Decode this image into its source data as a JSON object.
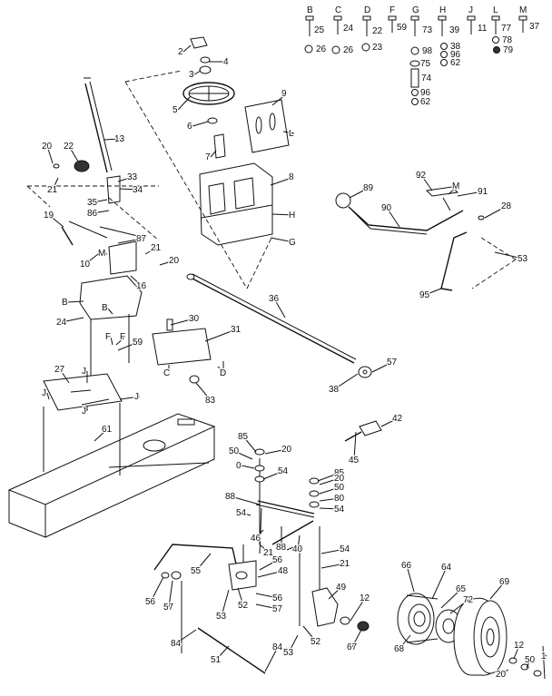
{
  "legend": [
    {
      "letter": "B",
      "nums": [
        "25",
        "26"
      ]
    },
    {
      "letter": "C",
      "nums": [
        "24",
        "26"
      ]
    },
    {
      "letter": "D",
      "nums": [
        "22",
        "23"
      ]
    },
    {
      "letter": "F",
      "nums": [
        "59"
      ]
    },
    {
      "letter": "G",
      "nums": [
        "73",
        "98",
        "75",
        "74",
        "96",
        "62"
      ]
    },
    {
      "letter": "H",
      "nums": [
        "39",
        "38",
        "96",
        "62"
      ]
    },
    {
      "letter": "J",
      "nums": [
        "11"
      ]
    },
    {
      "letter": "L",
      "nums": [
        "77",
        "78",
        "79"
      ]
    },
    {
      "letter": "M",
      "nums": [
        "37"
      ]
    }
  ],
  "callouts": [
    {
      "id": "c2",
      "text": "2"
    },
    {
      "id": "c4",
      "text": "4"
    },
    {
      "id": "c3",
      "text": "3"
    },
    {
      "id": "c5",
      "text": "5"
    },
    {
      "id": "c9",
      "text": "9"
    },
    {
      "id": "c6",
      "text": "6"
    },
    {
      "id": "cL",
      "text": "L"
    },
    {
      "id": "c7",
      "text": "7"
    },
    {
      "id": "c13",
      "text": "13"
    },
    {
      "id": "c20a",
      "text": "20"
    },
    {
      "id": "c22",
      "text": "22"
    },
    {
      "id": "c21a",
      "text": "21"
    },
    {
      "id": "c33",
      "text": "33"
    },
    {
      "id": "c34",
      "text": "34"
    },
    {
      "id": "c35",
      "text": "35"
    },
    {
      "id": "c86",
      "text": "86"
    },
    {
      "id": "c8",
      "text": "8"
    },
    {
      "id": "cH",
      "text": "H"
    },
    {
      "id": "cG",
      "text": "G"
    },
    {
      "id": "c89",
      "text": "89"
    },
    {
      "id": "c92",
      "text": "92"
    },
    {
      "id": "cM1",
      "text": "M"
    },
    {
      "id": "c91",
      "text": "91"
    },
    {
      "id": "c90",
      "text": "90"
    },
    {
      "id": "c28",
      "text": "28"
    },
    {
      "id": "c19",
      "text": "19"
    },
    {
      "id": "c87",
      "text": "87"
    },
    {
      "id": "c21b",
      "text": "21"
    },
    {
      "id": "cM2",
      "text": "M"
    },
    {
      "id": "c10",
      "text": "10"
    },
    {
      "id": "c20b",
      "text": "20"
    },
    {
      "id": "c16",
      "text": "16"
    },
    {
      "id": "c53a",
      "text": "53"
    },
    {
      "id": "c36",
      "text": "36"
    },
    {
      "id": "c95",
      "text": "95"
    },
    {
      "id": "cB1",
      "text": "B"
    },
    {
      "id": "cB2",
      "text": "B"
    },
    {
      "id": "c24",
      "text": "24"
    },
    {
      "id": "c30",
      "text": "30"
    },
    {
      "id": "c31",
      "text": "31"
    },
    {
      "id": "cF1",
      "text": "F"
    },
    {
      "id": "cF2",
      "text": "F"
    },
    {
      "id": "c59",
      "text": "59"
    },
    {
      "id": "c27",
      "text": "27"
    },
    {
      "id": "cJ1",
      "text": "J"
    },
    {
      "id": "cJ2",
      "text": "J"
    },
    {
      "id": "cC",
      "text": "C"
    },
    {
      "id": "cD",
      "text": "D"
    },
    {
      "id": "c83",
      "text": "83"
    },
    {
      "id": "c57a",
      "text": "57"
    },
    {
      "id": "c38",
      "text": "38"
    },
    {
      "id": "cJ3",
      "text": "J"
    },
    {
      "id": "cJ4",
      "text": "J"
    },
    {
      "id": "c42",
      "text": "42"
    },
    {
      "id": "c61",
      "text": "61"
    },
    {
      "id": "c85",
      "text": "85"
    },
    {
      "id": "c20c",
      "text": "20"
    },
    {
      "id": "c50a",
      "text": "50"
    },
    {
      "id": "c0",
      "text": "0"
    },
    {
      "id": "c54a",
      "text": "54"
    },
    {
      "id": "c45",
      "text": "45"
    },
    {
      "id": "c85b",
      "text": "85"
    },
    {
      "id": "c20d",
      "text": "20"
    },
    {
      "id": "c50b",
      "text": "50"
    },
    {
      "id": "c88a",
      "text": "88"
    },
    {
      "id": "c80",
      "text": "80"
    },
    {
      "id": "c54b",
      "text": "54"
    },
    {
      "id": "c54c",
      "text": "54"
    },
    {
      "id": "c46",
      "text": "46"
    },
    {
      "id": "c88b",
      "text": "88"
    },
    {
      "id": "c40",
      "text": "40"
    },
    {
      "id": "c21c",
      "text": "21"
    },
    {
      "id": "c54d",
      "text": "54"
    },
    {
      "id": "c55",
      "text": "55"
    },
    {
      "id": "c56a",
      "text": "56"
    },
    {
      "id": "c48",
      "text": "48"
    },
    {
      "id": "c21d",
      "text": "21"
    },
    {
      "id": "c66",
      "text": "66"
    },
    {
      "id": "c64",
      "text": "64"
    },
    {
      "id": "c65",
      "text": "65"
    },
    {
      "id": "c49",
      "text": "49"
    },
    {
      "id": "c12a",
      "text": "12"
    },
    {
      "id": "c72",
      "text": "72"
    },
    {
      "id": "c69",
      "text": "69"
    },
    {
      "id": "c56b",
      "text": "56"
    },
    {
      "id": "c57b",
      "text": "57"
    },
    {
      "id": "c52a",
      "text": "52"
    },
    {
      "id": "c56c",
      "text": "56"
    },
    {
      "id": "c57c",
      "text": "57"
    },
    {
      "id": "c53b",
      "text": "53"
    },
    {
      "id": "c68",
      "text": "68"
    },
    {
      "id": "c67",
      "text": "67"
    },
    {
      "id": "c84a",
      "text": "84"
    },
    {
      "id": "c51",
      "text": "51"
    },
    {
      "id": "c84b",
      "text": "84"
    },
    {
      "id": "c53c",
      "text": "53"
    },
    {
      "id": "c52b",
      "text": "52"
    },
    {
      "id": "c12b",
      "text": "12"
    },
    {
      "id": "c50c",
      "text": "50"
    },
    {
      "id": "c1",
      "text": "1"
    },
    {
      "id": "c20e",
      "text": "20"
    }
  ]
}
